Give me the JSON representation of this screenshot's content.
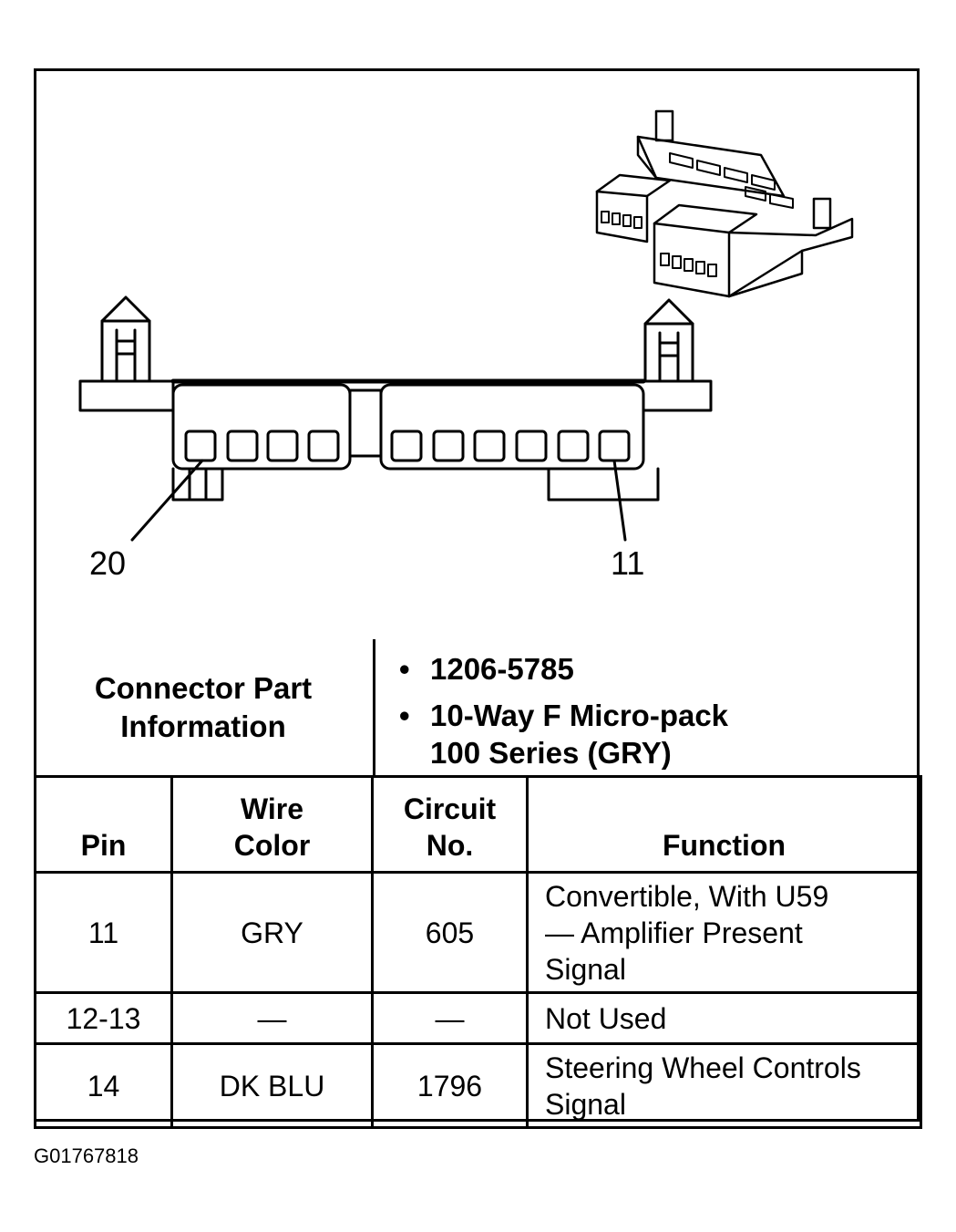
{
  "diagram": {
    "pin_label_left": "20",
    "pin_label_right": "11",
    "connector_small_view": "connector-3d-icon"
  },
  "connector_info": {
    "label_line1": "Connector Part",
    "label_line2": "Information",
    "part_number": "1206-5785",
    "description_line1": "10-Way F Micro-pack",
    "description_line2": "100 Series (GRY)",
    "bullet": "•"
  },
  "table": {
    "headers": {
      "pin": "Pin",
      "wire_color_line1": "Wire",
      "wire_color_line2": "Color",
      "circuit_line1": "Circuit",
      "circuit_line2": "No.",
      "function": "Function"
    },
    "rows": [
      {
        "pin": "11",
        "wire_color": "GRY",
        "circuit": "605",
        "function_lines": [
          "Convertible, With U59",
          "— Amplifier Present",
          "Signal"
        ]
      },
      {
        "pin": "12-13",
        "wire_color": "—",
        "circuit": "—",
        "function_lines": [
          "Not Used"
        ]
      },
      {
        "pin": "14",
        "wire_color": "DK BLU",
        "circuit": "1796",
        "function_lines": [
          "Steering Wheel Controls",
          "Signal"
        ]
      }
    ]
  },
  "figure_id": "G01767818"
}
